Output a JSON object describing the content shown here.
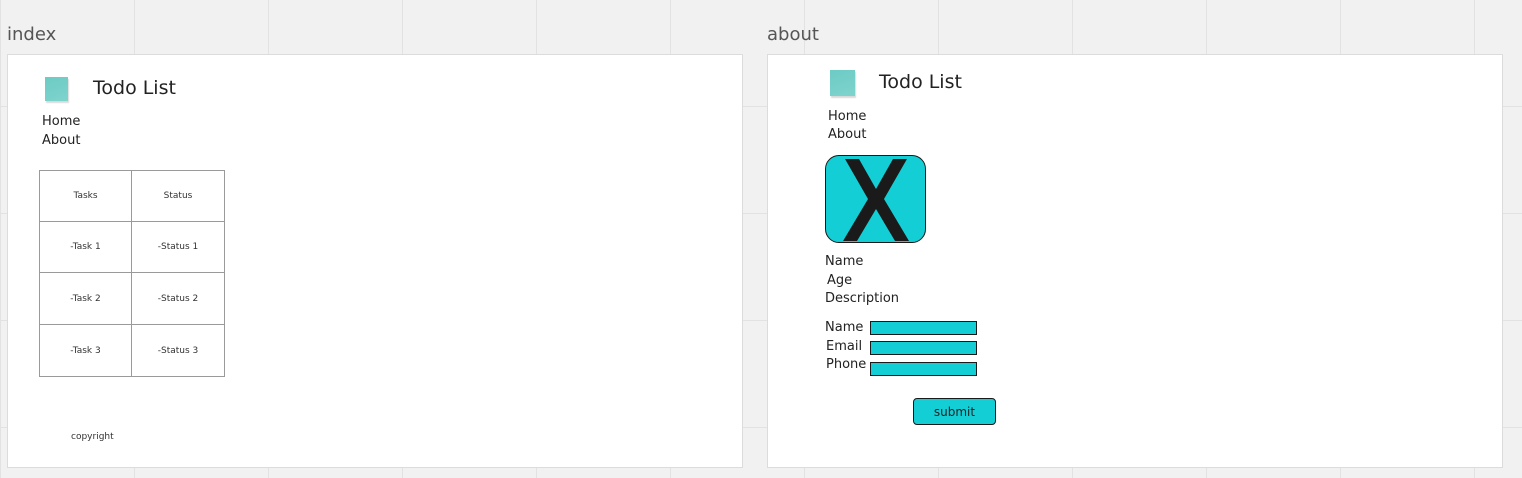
{
  "frames": {
    "index": {
      "label": "index",
      "app_title": "Todo List",
      "nav": [
        "Home",
        "About"
      ],
      "table": {
        "headers": [
          "Tasks",
          "Status"
        ],
        "rows": [
          [
            "-Task 1",
            "-Status 1"
          ],
          [
            "-Task 2",
            "-Status 2"
          ],
          [
            "-Task 3",
            "-Status 3"
          ]
        ]
      },
      "footer": "copyright"
    },
    "about": {
      "label": "about",
      "app_title": "Todo List",
      "nav": [
        "Home",
        "About"
      ],
      "avatar_icon": "x-placeholder-icon",
      "profile": [
        "Name",
        "Age",
        "Description"
      ],
      "form": {
        "fields": [
          "Name",
          "Email",
          "Phone"
        ],
        "submit_label": "submit"
      }
    }
  },
  "colors": {
    "accent": "#14ced6",
    "logo": "#6ccbc4",
    "canvas": "#f1f1f1",
    "frame": "#ffffff"
  }
}
